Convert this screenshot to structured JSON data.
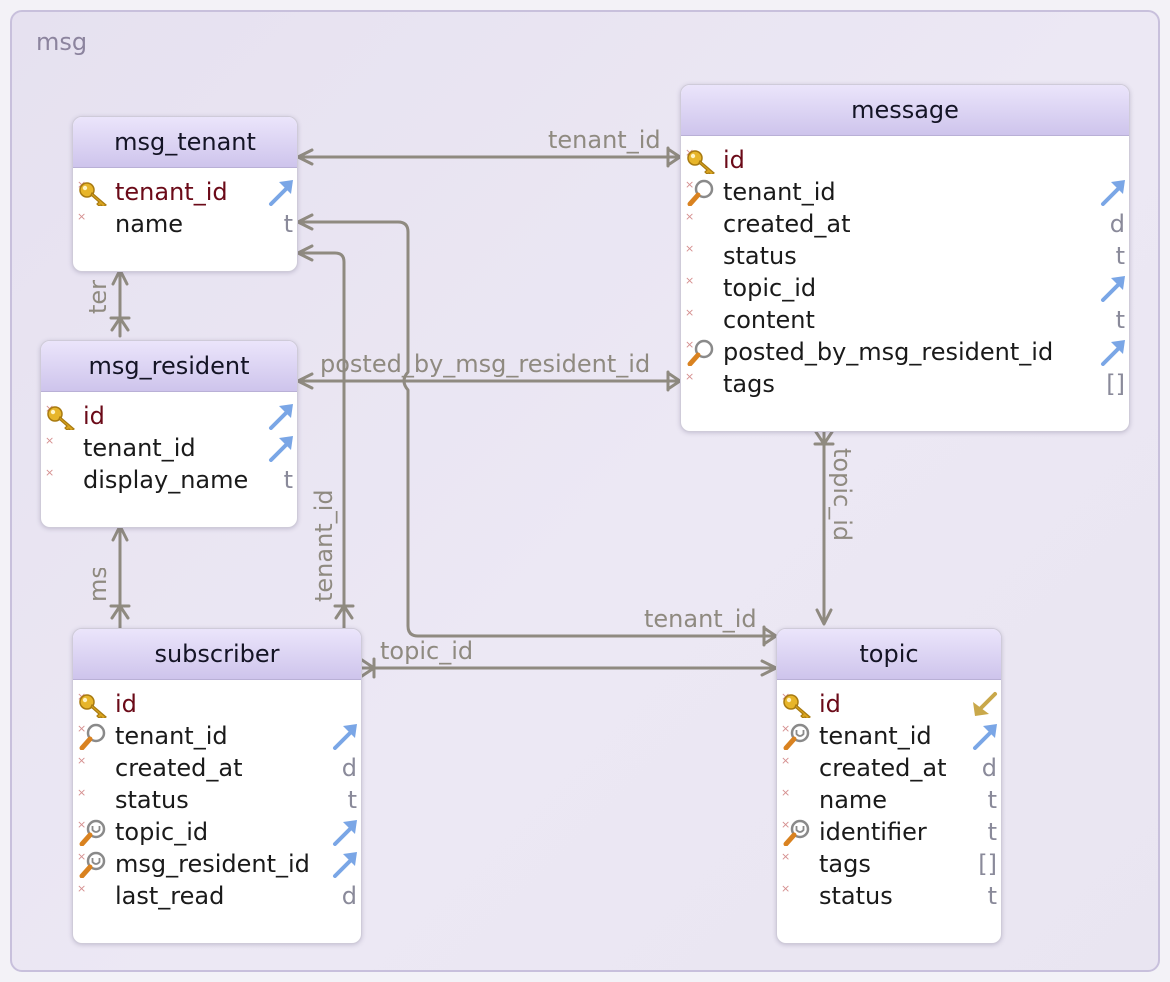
{
  "group": {
    "label": "msg"
  },
  "tables": {
    "msg_tenant": {
      "title": "msg_tenant",
      "columns": [
        {
          "name": "tenant_id",
          "icon": "key",
          "type": "",
          "fk": "out"
        },
        {
          "name": "name",
          "icon": "none",
          "type": "t",
          "fk": ""
        }
      ]
    },
    "msg_resident": {
      "title": "msg_resident",
      "columns": [
        {
          "name": "id",
          "icon": "key",
          "type": "",
          "fk": "out"
        },
        {
          "name": "tenant_id",
          "icon": "none",
          "type": "",
          "fk": "out"
        },
        {
          "name": "display_name",
          "icon": "none",
          "type": "t",
          "fk": ""
        }
      ]
    },
    "message": {
      "title": "message",
      "columns": [
        {
          "name": "id",
          "icon": "key",
          "type": "",
          "fk": ""
        },
        {
          "name": "tenant_id",
          "icon": "search",
          "type": "",
          "fk": "out"
        },
        {
          "name": "created_at",
          "icon": "none",
          "type": "d",
          "fk": ""
        },
        {
          "name": "status",
          "icon": "none",
          "type": "t",
          "fk": ""
        },
        {
          "name": "topic_id",
          "icon": "none",
          "type": "",
          "fk": "out"
        },
        {
          "name": "content",
          "icon": "none",
          "type": "t",
          "fk": ""
        },
        {
          "name": "posted_by_msg_resident_id",
          "icon": "search",
          "type": "",
          "fk": "out"
        },
        {
          "name": "tags",
          "icon": "none",
          "type": "[]",
          "fk": ""
        }
      ]
    },
    "subscriber": {
      "title": "subscriber",
      "columns": [
        {
          "name": "id",
          "icon": "key",
          "type": "",
          "fk": ""
        },
        {
          "name": "tenant_id",
          "icon": "search",
          "type": "",
          "fk": "out"
        },
        {
          "name": "created_at",
          "icon": "none",
          "type": "d",
          "fk": ""
        },
        {
          "name": "status",
          "icon": "none",
          "type": "t",
          "fk": ""
        },
        {
          "name": "topic_id",
          "icon": "search-unique",
          "type": "",
          "fk": "out"
        },
        {
          "name": "msg_resident_id",
          "icon": "search-unique",
          "type": "",
          "fk": "out"
        },
        {
          "name": "last_read",
          "icon": "none",
          "type": "d",
          "fk": ""
        }
      ]
    },
    "topic": {
      "title": "topic",
      "columns": [
        {
          "name": "id",
          "icon": "key",
          "type": "",
          "fk": "in"
        },
        {
          "name": "tenant_id",
          "icon": "search-unique",
          "type": "",
          "fk": "out"
        },
        {
          "name": "created_at",
          "icon": "none",
          "type": "d",
          "fk": ""
        },
        {
          "name": "name",
          "icon": "none",
          "type": "t",
          "fk": ""
        },
        {
          "name": "identifier",
          "icon": "search-unique",
          "type": "t",
          "fk": ""
        },
        {
          "name": "tags",
          "icon": "none",
          "type": "[]",
          "fk": ""
        },
        {
          "name": "status",
          "icon": "none",
          "type": "t",
          "fk": ""
        }
      ]
    }
  },
  "relations": [
    {
      "id": "message-tenant",
      "label": "tenant_id"
    },
    {
      "id": "resident-tenant",
      "label": "ten"
    },
    {
      "id": "message-resident",
      "label": "posted_by_msg_resident_id"
    },
    {
      "id": "message-topic",
      "label": "topic_id"
    },
    {
      "id": "subscriber-resident",
      "label": "msg_r"
    },
    {
      "id": "subscriber-tenant",
      "label": "tenant_id"
    },
    {
      "id": "topic-tenant",
      "label": "tenant_id"
    },
    {
      "id": "subscriber-topic",
      "label": "topic_id"
    }
  ],
  "colors": {
    "line": "#8f8a80",
    "header_top": "#ebe5fb",
    "header_bottom": "#cec4ec",
    "pk": "#6b0a18",
    "fk_arrow": "#7aa6e6"
  }
}
